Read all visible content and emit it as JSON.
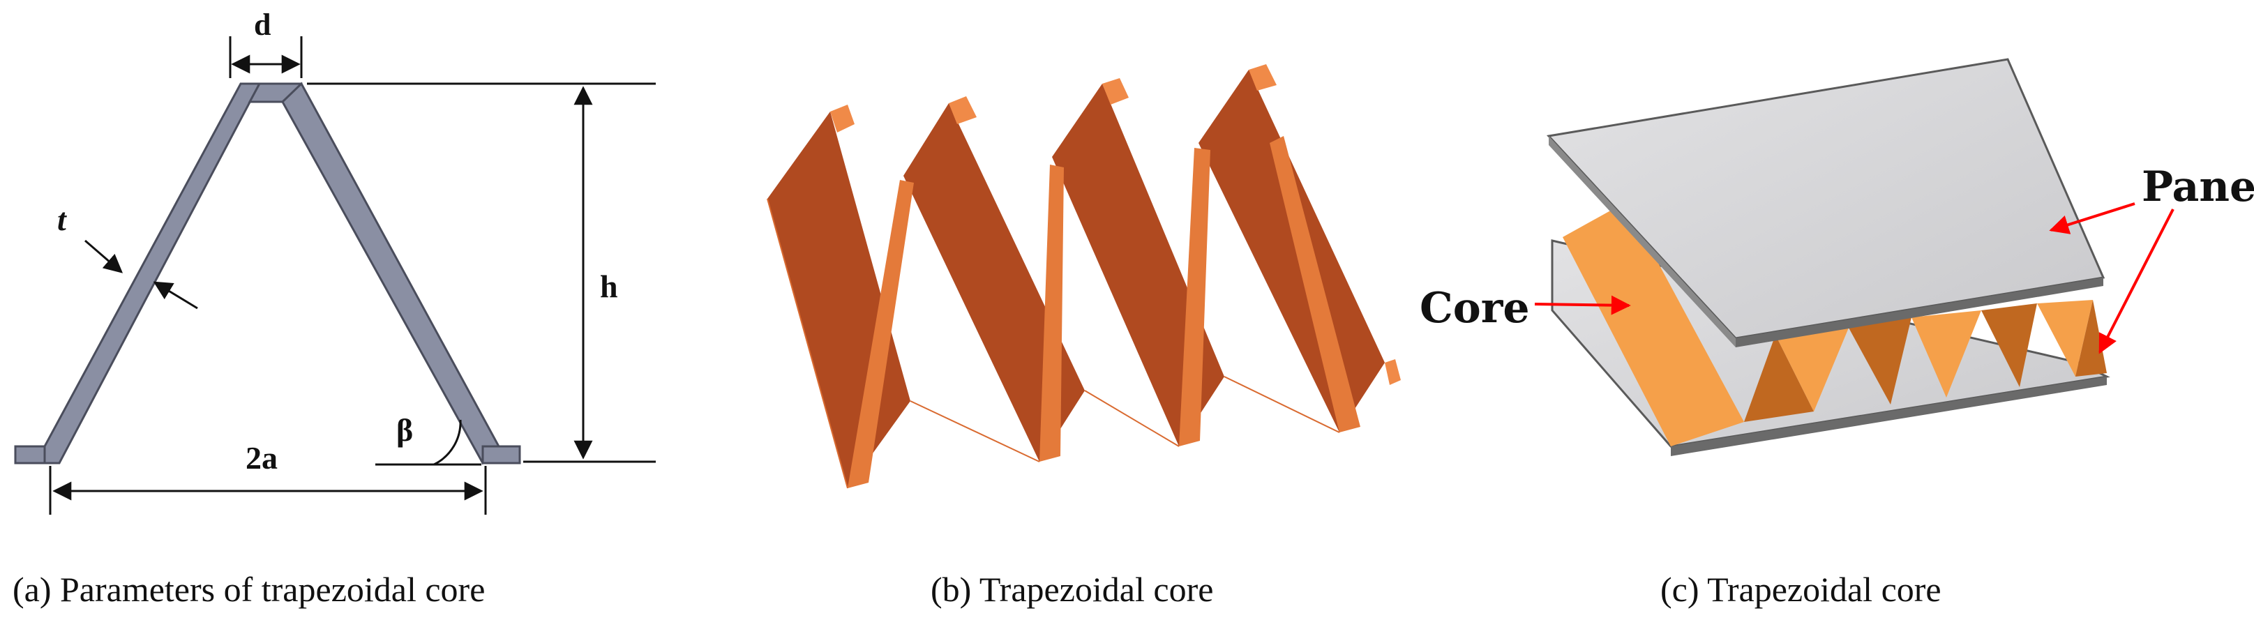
{
  "panel_a": {
    "labels": {
      "d": "d",
      "t": "t",
      "h": "h",
      "beta": "β",
      "two_a": "2a"
    },
    "caption": "(a) Parameters of trapezoidal core",
    "colors": {
      "profile": "#8a8fa3",
      "profile_edge": "#4a4d5c",
      "dim_line": "#111111"
    }
  },
  "panel_b": {
    "caption": "(b) Trapezoidal core",
    "colors": {
      "face_dark": "#b04a20",
      "face_light": "#f08a48",
      "edge": "#d96a30"
    }
  },
  "panel_c": {
    "labels": {
      "core": "Core",
      "panel": "Panel"
    },
    "caption": "(c) Trapezoidal core",
    "colors": {
      "panel": "#d6d6d8",
      "panel_edge": "#5a5a5a",
      "core_face": "#f5a04a",
      "core_dark": "#c06820",
      "arrow": "#ff0000"
    }
  }
}
